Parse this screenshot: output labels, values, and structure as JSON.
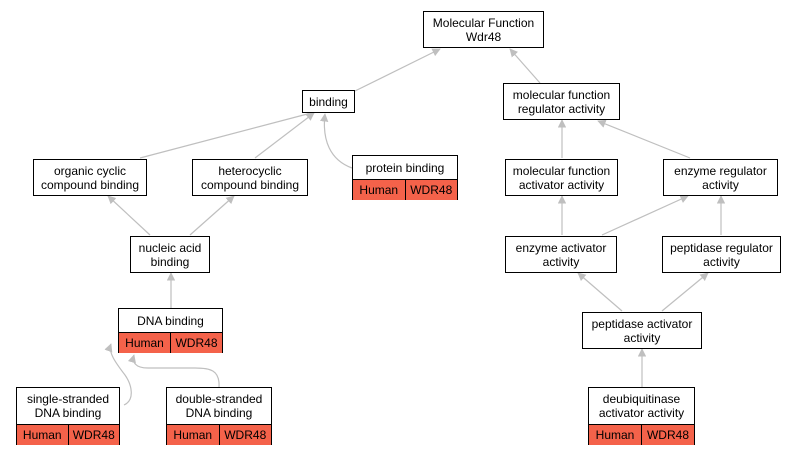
{
  "nodes": {
    "mf": {
      "lines": [
        "Molecular Function",
        "Wdr48"
      ]
    },
    "binding": {
      "lines": [
        "binding"
      ]
    },
    "mfra": {
      "lines": [
        "molecular function",
        "regulator activity"
      ]
    },
    "ocb": {
      "lines": [
        "organic cyclic",
        "compound binding"
      ]
    },
    "hcb": {
      "lines": [
        "heterocyclic",
        "compound binding"
      ]
    },
    "pb": {
      "lines": [
        "protein binding"
      ],
      "annotation": [
        "Human",
        "WDR48"
      ]
    },
    "mfaa": {
      "lines": [
        "molecular function",
        "activator activity"
      ]
    },
    "era": {
      "lines": [
        "enzyme regulator",
        "activity"
      ]
    },
    "nab": {
      "lines": [
        "nucleic acid",
        "binding"
      ]
    },
    "eaa": {
      "lines": [
        "enzyme activator",
        "activity"
      ]
    },
    "pra": {
      "lines": [
        "peptidase regulator",
        "activity"
      ]
    },
    "dnab": {
      "lines": [
        "DNA binding"
      ],
      "annotation": [
        "Human",
        "WDR48"
      ]
    },
    "paa": {
      "lines": [
        "peptidase activator",
        "activity"
      ]
    },
    "ssdb": {
      "lines": [
        "single-stranded",
        "DNA binding"
      ],
      "annotation": [
        "Human",
        "WDR48"
      ]
    },
    "dsdb": {
      "lines": [
        "double-stranded",
        "DNA binding"
      ],
      "annotation": [
        "Human",
        "WDR48"
      ]
    },
    "duaa": {
      "lines": [
        "deubiquitinase",
        "activator activity"
      ],
      "annotation": [
        "Human",
        "WDR48"
      ]
    }
  },
  "colors": {
    "annotation_fill": "#f4624a",
    "edge": "#bfbfbf"
  }
}
